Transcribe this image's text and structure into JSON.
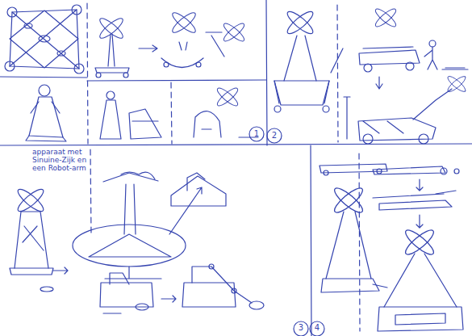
{
  "diagram": {
    "labels": [
      "1",
      "2",
      "apparaat met Sinuine-Zijk en een Robot-arm",
      "3",
      "4"
    ]
  }
}
